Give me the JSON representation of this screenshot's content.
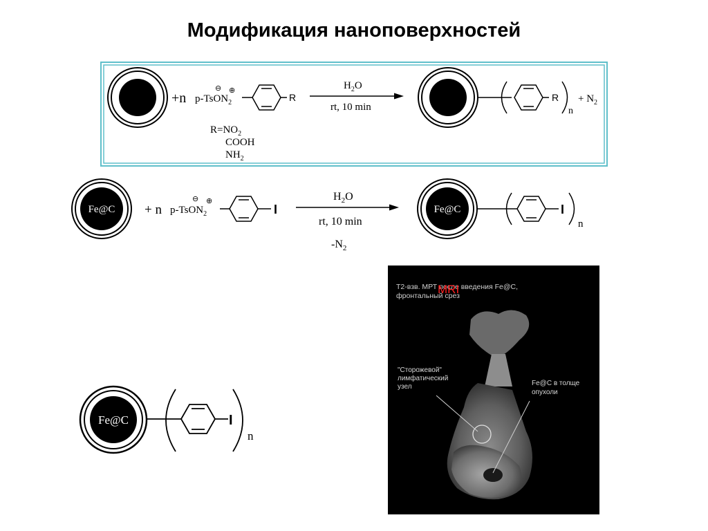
{
  "slide": {
    "title": "Модификация наноповерхностей"
  },
  "scheme1": {
    "plus_n": "+n",
    "reagent": "p-TsON",
    "reagent_sub": "2",
    "minus_sign": "⊖",
    "plus_sign": "⊕",
    "r_group": "R",
    "above_arrow": "H",
    "above_arrow_sub": "2",
    "above_arrow_tail": "O",
    "below_arrow": "rt, 10 min",
    "product_r": "R",
    "product_n": "n",
    "byproduct": "+ N",
    "byproduct_sub": "2",
    "r_options_prefix": "R=NO",
    "r_options_prefix_sub": "2",
    "r_option_2": "COOH",
    "r_option_3": "NH",
    "r_option_3_sub": "2"
  },
  "scheme2": {
    "core_label": "Fe@C",
    "plus_n": "+ n",
    "reagent": "p-TsON",
    "reagent_sub": "2",
    "minus_sign": "⊖",
    "plus_sign": "⊕",
    "iodine": "I",
    "above_arrow": "H",
    "above_arrow_sub": "2",
    "above_arrow_tail": "O",
    "below_arrow": "rt, 10 min",
    "below_arrow_2": "-N",
    "below_arrow_2_sub": "2",
    "product_core_label": "Fe@C",
    "product_iodine": "I",
    "product_n": "n"
  },
  "scheme3": {
    "core_label": "Fe@C",
    "iodine": "I",
    "n": "n"
  },
  "mri": {
    "caption_line1": "Т2-взв. МРТ после введения  Fe@C,",
    "caption_line2": "фронтальный срез",
    "overlay_label": "MRI",
    "label_node_line1": "\"Сторожевой\"",
    "label_node_line2": "лимфатический",
    "label_node_line3": "узел",
    "label_tumor_line1": "Fe@C в толще",
    "label_tumor_line2": "опухоли",
    "colors": {
      "overlay": "#ff2020",
      "caption": "#cfcfcf"
    }
  },
  "colors": {
    "frame": "#5fbfca"
  }
}
